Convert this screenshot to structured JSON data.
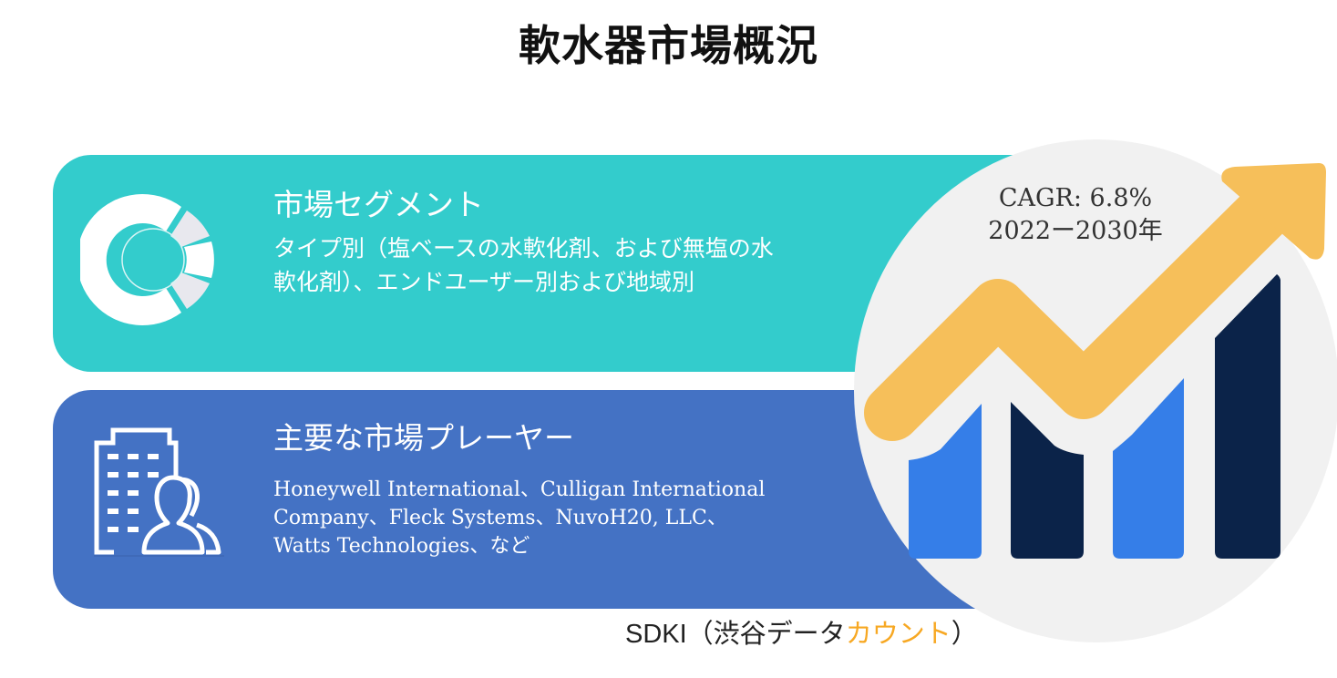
{
  "title": "軟水器市場概況",
  "segment": {
    "heading": "市場セグメント",
    "body": "タイプ別（塩ベースの水軟化剤、および無塩の水軟化剤）、エンドユーザー別および地域別",
    "icon": "donut-chart-icon"
  },
  "players": {
    "heading": "主要な市場プレーヤー",
    "body": "Honeywell International、Culligan International Company、Fleck Systems、NuvoH20, LLC、Watts Technologies、など",
    "icon": "building-people-icon"
  },
  "growth": {
    "cagr": "CAGR: 6.8%",
    "period": "2022ー2030年",
    "icon": "growth-chart-arrow-icon"
  },
  "footer": {
    "prefix": "SDKI（渋谷データ",
    "accent": "カウント",
    "suffix": "）"
  },
  "colors": {
    "teal": "#33cccc",
    "blue": "#4472c4",
    "circle": "#f1f1f1",
    "arrow": "#f6bf5a",
    "bar_light": "#357ee8",
    "bar_dark": "#0b2349",
    "accent": "#f7a823"
  }
}
